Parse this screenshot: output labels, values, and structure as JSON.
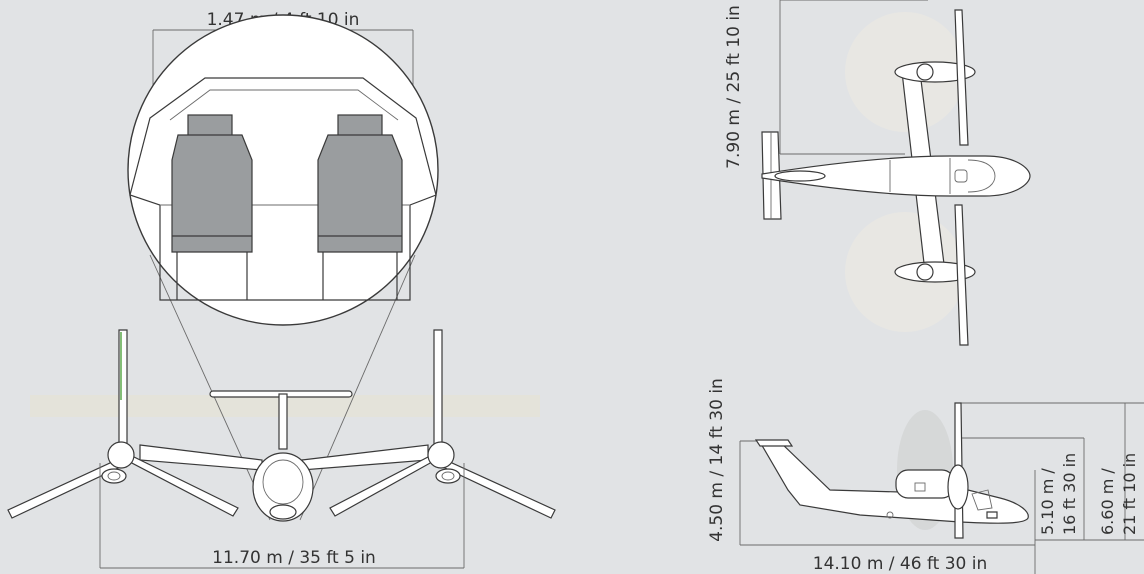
{
  "dimensions": {
    "cabin_width": "1.47 m / 4 ft 10 in",
    "wingspan": "11.70 m / 35 ft 5 in",
    "top_view_span": "7.90 m / 25 ft 10 in",
    "height": "4.50 m / 14 ft 30 in",
    "length": "14.10 m / 46 ft 30 in",
    "rotor_height_a": [
      "5.10 m /",
      "16 ft 30 in"
    ],
    "rotor_height_b": [
      "6.60 m /",
      "21 ft 10 in"
    ]
  },
  "colors": {
    "background": "#e1e3e5",
    "seat": "#9a9d9f",
    "line": "#3a3a3a",
    "accent": "#5aa84a"
  }
}
